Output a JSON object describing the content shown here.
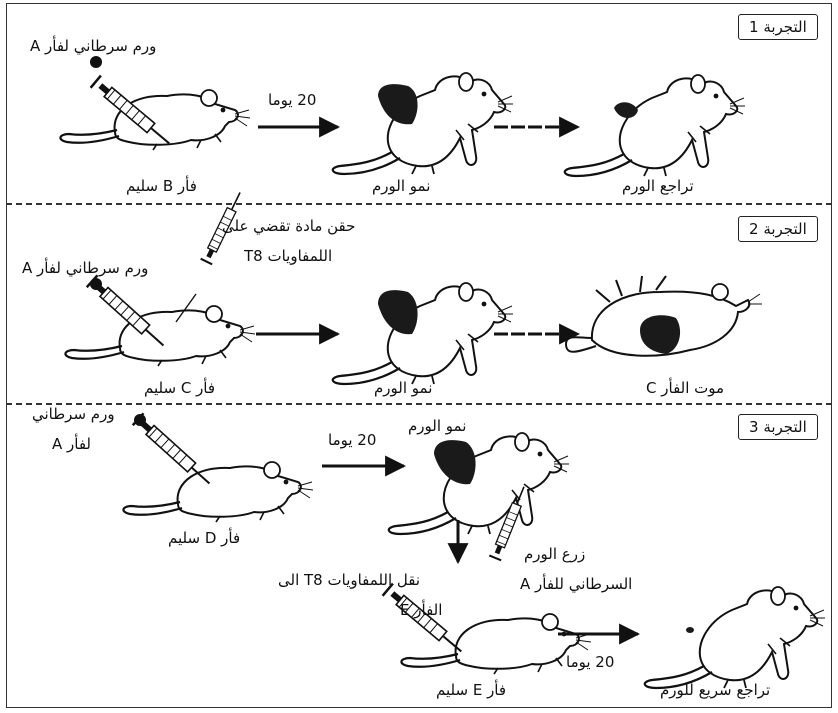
{
  "experiments": [
    {
      "badge": "التجربة 1",
      "steps": [
        {
          "label": "فأر B سليم"
        },
        {
          "label": "نمو الورم"
        },
        {
          "label": "تراجع الورم"
        }
      ],
      "annotations": {
        "tumor_injection": "ورم سرطاني لفأر A",
        "days": "20 يوما"
      }
    },
    {
      "badge": "التجربة 2",
      "steps": [
        {
          "label": "فأر C سليم"
        },
        {
          "label": "نمو الورم"
        },
        {
          "label": "موت الفأر C"
        }
      ],
      "annotations": {
        "tumor_injection": "ورم سرطاني لفأر A",
        "t8_injection_line1": "حقن مادة تقضي على",
        "t8_injection_line2": "اللمفاويات T8"
      }
    },
    {
      "badge": "التجربة 3",
      "steps": [
        {
          "label": "فأر D سليم"
        },
        {
          "label": "نمو الورم"
        },
        {
          "label": "فأر E سليم"
        },
        {
          "label": "تراجع سريع للورم"
        }
      ],
      "annotations": {
        "tumor_injection_line1": "ورم سرطاني",
        "tumor_injection_line2": "لفأر A",
        "days_1": "20 يوما",
        "transfer_line1": "نقل اللمفاويات T8 الى",
        "transfer_line2": "الفأر E",
        "graft_line1": "زرع الورم",
        "graft_line2": "السرطاني للفأر A",
        "days_2": "20 يوما"
      }
    }
  ],
  "colors": {
    "ink": "#111111",
    "tumor": "#1a1a1a",
    "frame": "#333333"
  }
}
